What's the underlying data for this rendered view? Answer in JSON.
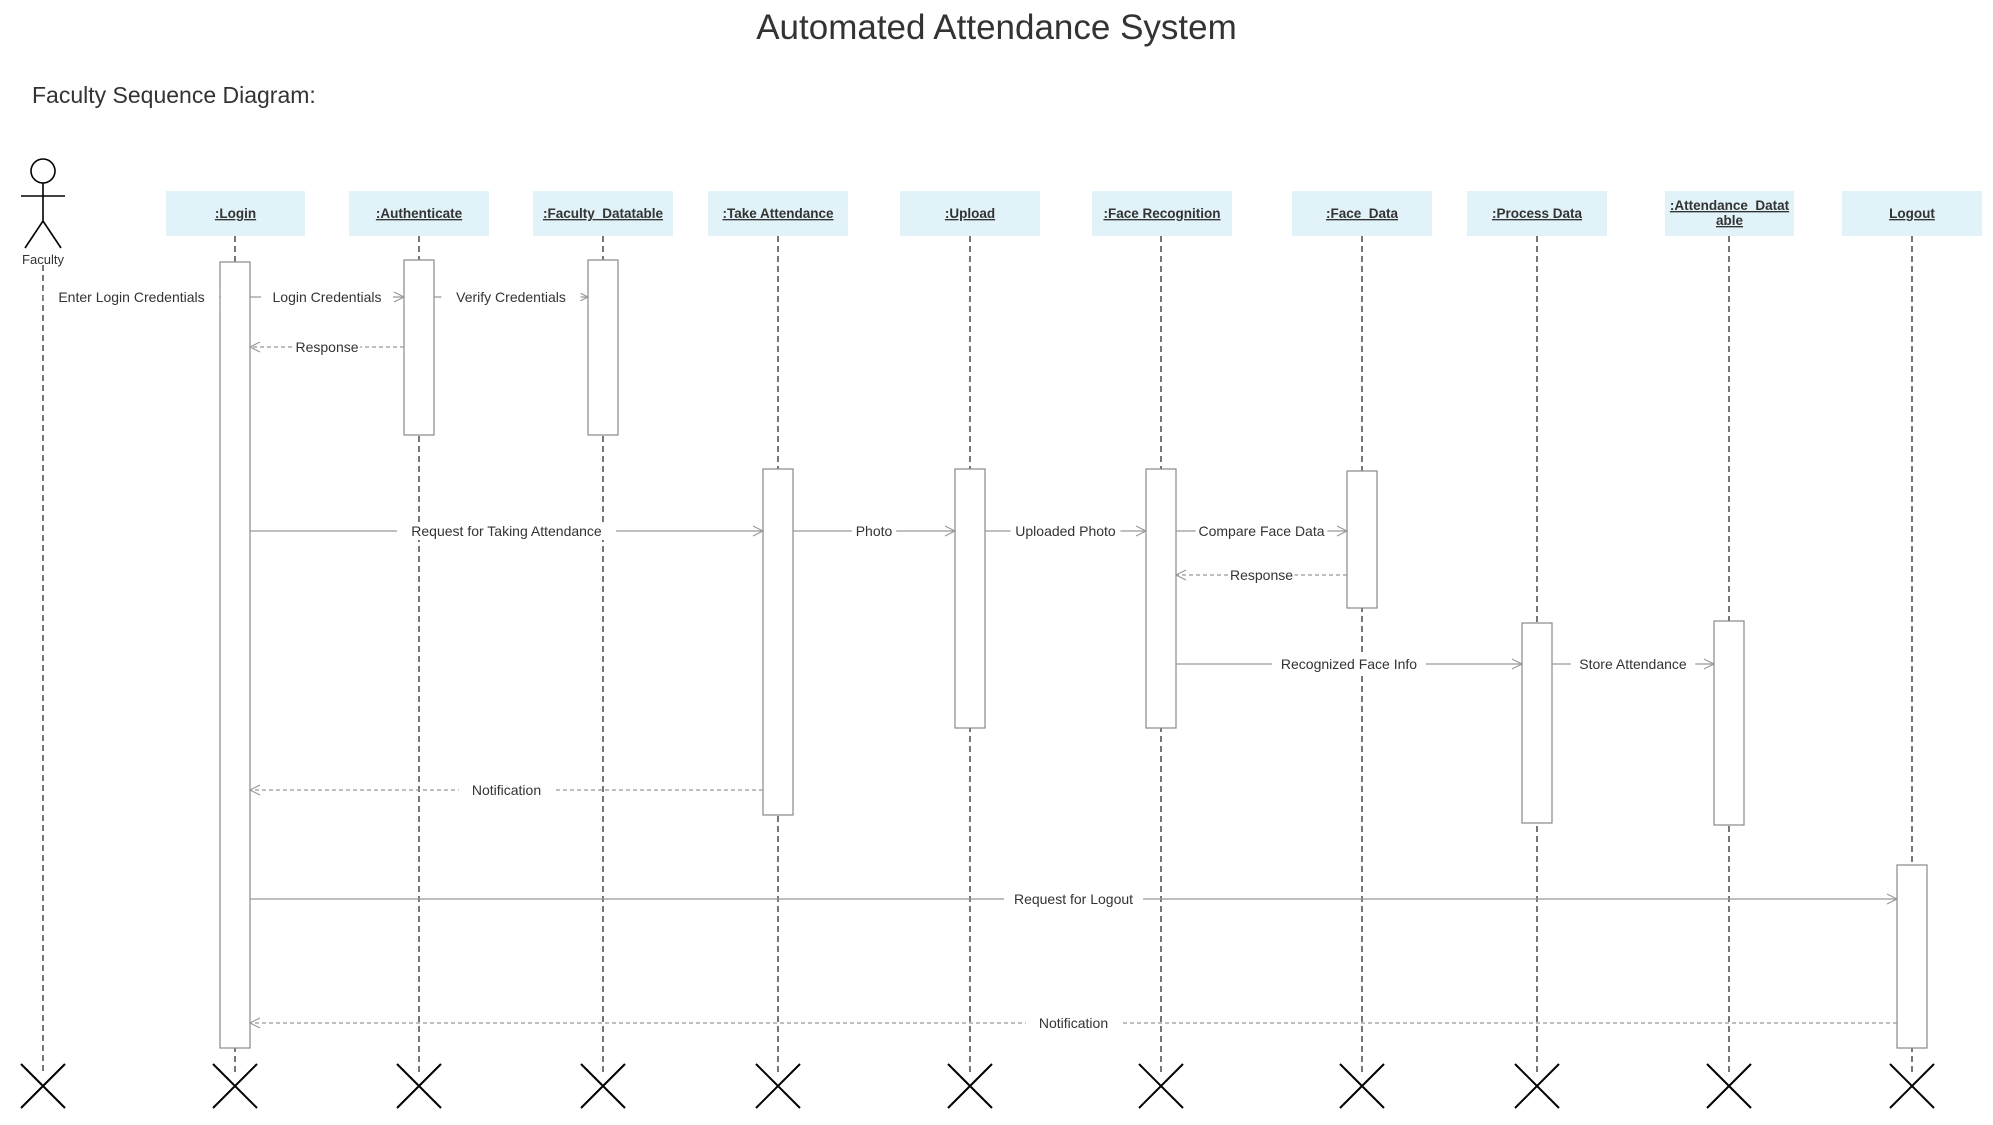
{
  "title": "Automated Attendance System",
  "subtitle": "Faculty Sequence Diagram:",
  "actor": {
    "label": "Faculty"
  },
  "lifelines": [
    {
      "id": "login",
      "label": ":Login"
    },
    {
      "id": "authenticate",
      "label": ":Authenticate"
    },
    {
      "id": "faculty-datatable",
      "label": ":Faculty_Datatable"
    },
    {
      "id": "take-attendance",
      "label": ":Take Attendance"
    },
    {
      "id": "upload",
      "label": ":Upload"
    },
    {
      "id": "face-recognition",
      "label": ":Face Recognition"
    },
    {
      "id": "face-data",
      "label": ":Face_Data"
    },
    {
      "id": "process-data",
      "label": ":Process Data"
    },
    {
      "id": "attendance-datatable",
      "label": [
        ":Attendance_Datat",
        "able"
      ]
    },
    {
      "id": "logout",
      "label": "Logout"
    }
  ],
  "messages": [
    {
      "from": "faculty",
      "to": "login",
      "label": "Enter Login Credentials",
      "kind": "sync"
    },
    {
      "from": "login",
      "to": "authenticate",
      "label": "Login Credentials",
      "kind": "sync"
    },
    {
      "from": "authenticate",
      "to": "faculty-datatable",
      "label": "Verify Credentials",
      "kind": "sync"
    },
    {
      "from": "authenticate",
      "to": "login",
      "label": "Response",
      "kind": "return"
    },
    {
      "from": "login",
      "to": "take-attendance",
      "label": "Request for Taking Attendance",
      "kind": "sync"
    },
    {
      "from": "take-attendance",
      "to": "upload",
      "label": "Photo",
      "kind": "sync"
    },
    {
      "from": "upload",
      "to": "face-recognition",
      "label": "Uploaded Photo",
      "kind": "sync"
    },
    {
      "from": "face-recognition",
      "to": "face-data",
      "label": "Compare Face Data",
      "kind": "sync"
    },
    {
      "from": "face-data",
      "to": "face-recognition",
      "label": "Response",
      "kind": "return"
    },
    {
      "from": "face-recognition",
      "to": "process-data",
      "label": "Recognized Face Info",
      "kind": "sync"
    },
    {
      "from": "process-data",
      "to": "attendance-datatable",
      "label": "Store Attendance",
      "kind": "sync"
    },
    {
      "from": "take-attendance",
      "to": "login",
      "label": "Notification",
      "kind": "return"
    },
    {
      "from": "login",
      "to": "logout",
      "label": "Request for Logout",
      "kind": "sync"
    },
    {
      "from": "logout",
      "to": "login",
      "label": "Notification",
      "kind": "return"
    }
  ],
  "colors": {
    "header_fill": "#e1f3f9",
    "text": "#333333",
    "line": "#555555",
    "message_line": "#999999",
    "activation_border": "#888888"
  }
}
